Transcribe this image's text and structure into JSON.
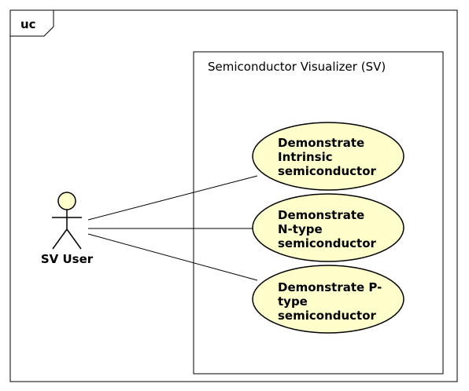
{
  "frame": {
    "tag": "uc"
  },
  "system": {
    "title": "Semiconductor Visualizer (SV)"
  },
  "actor": {
    "name": "SV User"
  },
  "use_cases": [
    {
      "id": "intrinsic",
      "lines": [
        "Demonstrate",
        "Intrinsic",
        "semiconductor"
      ]
    },
    {
      "id": "n-type",
      "lines": [
        "Demonstrate",
        "N-type",
        "semiconductor"
      ]
    },
    {
      "id": "p-type",
      "lines": [
        "Demonstrate P-",
        "type",
        "semiconductor"
      ]
    }
  ],
  "colors": {
    "use_case_fill": "#FFFFCC",
    "actor_head_fill": "#FFFFCC",
    "stroke": "#000000"
  }
}
